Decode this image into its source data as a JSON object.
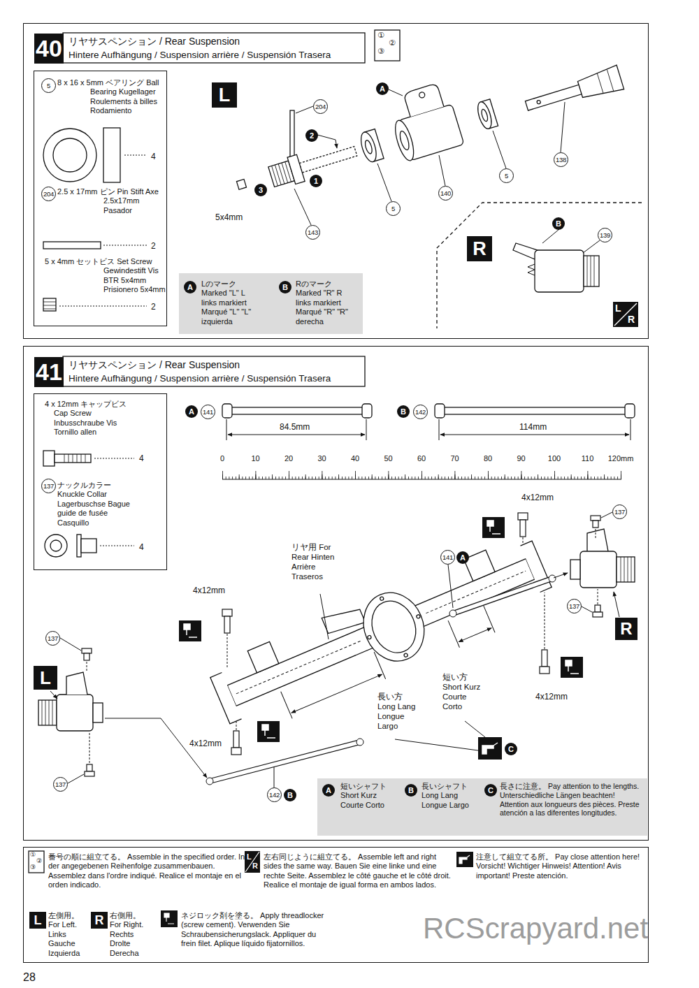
{
  "diagram": {
    "nodes": [
      {
        "text": [
          "40",
          "リヤサスペンション / Rear Suspension",
          "Hintere Aufhängung / Suspension arrière / Suspensión Trasera"
        ]
      },
      {
        "text": [
          "5",
          "8 x 16 x 5mm ベアリング Ball Bearing Kugellager Roulements à billes Rodamiento",
          "4",
          "204",
          "2.5 x 17mm ピン Pin Stift Axe 2.5x17mm Pasador",
          "2",
          "5 x 4mm セットビス Set Screw Gewindestift Vis BTR 5x4mm Prisionero 5x4mm",
          "2"
        ],
        "in": 0
      },
      {
        "text": [
          "A",
          "Lのマーク Marked \"L\" L links markiert Marqué \"L\" \"L\" izquierda",
          "B",
          "Rのマーク Marked \"R\" R links markiert Marqué \"R\" \"R\" derecha"
        ],
        "in": 0
      },
      {
        "text": [
          "41",
          "リヤサスペンション / Rear Suspension",
          "Hintere Aufhängung / Suspension arrière / Suspensión Trasera"
        ]
      },
      {
        "text": [
          "4 x 12mm キャップビス Cap Screw Inbusschraube Vis Tornillo allen",
          "4",
          "137",
          "ナックルカラー Knuckle Collar Lagerbuschse Bague guide de fusée Casquillo",
          "4"
        ],
        "in": 3
      },
      {
        "text": [
          "A",
          "短いシャフト Short Kurz Courte Corto",
          "B",
          "長いシャフト Long Lang Longue Largo",
          "C",
          "長さに注意。 Pay attention to the lengths. Unterschiedliche Längen beachten! Attention aux longueurs des pièces. Preste atención a las diferentes longitudes."
        ],
        "in": 3
      },
      {
        "text": [
          "番号の順に組立てる。 Assemble in the specified order. In der angegebenen Reihenfolge zusammenbauen. Assemblez dans l'ordre indiqué. Realice el montaje en el orden indicado.",
          "左右同じように組立てる。 Assemble left and right sides the same way. Bauen Sie eine linke und eine rechte Seite. Assemblez le côté gauche et le côté droit. Realice el montaje de igual forma en ambos lados.",
          "注意して組立てる所。 Pay close attention here! Vorsicht! Wichtiger Hinweis! Attention! Avis important! Preste atención.",
          "左側用。 For Left. Links Gauche Izquierda",
          "右側用。 For Right. Rechts Drolte Derecha",
          "ネジロック剤を塗る。 Apply threadlocker (screw cement). Verwenden Sie Schraubensicherungslack. Appliquer du frein filet. Aplique líquido fijatornillos."
        ]
      }
    ],
    "labels": [
      "①",
      "②",
      "③",
      "L",
      "204",
      "2",
      "1",
      "3",
      "5x4mm",
      "143",
      "5",
      "A",
      "140",
      "5",
      "138",
      "R",
      "B",
      "139",
      "L",
      "R",
      "A",
      "141",
      "84.5mm",
      "B",
      "142",
      "114mm",
      "0",
      "10",
      "20",
      "30",
      "40",
      "50",
      "60",
      "70",
      "80",
      "90",
      "100",
      "110",
      "120mm",
      "4x12mm",
      "137",
      "141",
      "A",
      "リヤ用 For Rear Hinten Arrière Traseros",
      "137",
      "R",
      "4x12mm",
      "137",
      "L",
      "長い方 Long Lang Longue Largo",
      "短い方 Short Kurz Courte Corto",
      "C",
      "4x12mm",
      "4x12mm",
      "137",
      "142",
      "B",
      "①",
      "②",
      "③",
      "L",
      "R",
      "L",
      "R",
      "28",
      "RCScrapyard.net"
    ]
  }
}
